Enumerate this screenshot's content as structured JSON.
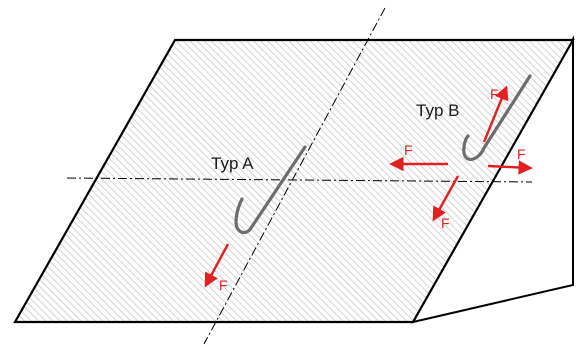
{
  "labels": {
    "type_a": "Typ A",
    "type_b": "Typ B",
    "force": "F"
  },
  "colors": {
    "outline": "#000000",
    "hatch": "#c8c8c8",
    "hook": "#6d6d6d",
    "force": "#e32020",
    "axis": "#000000"
  }
}
